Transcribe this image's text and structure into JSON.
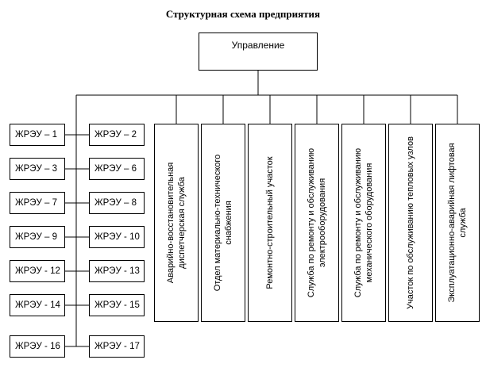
{
  "title": "Структурная схема предприятия",
  "top_box": "Управление",
  "zhreu_left": [
    "ЖРЭУ – 1",
    "ЖРЭУ – 3",
    "ЖРЭУ – 7",
    "ЖРЭУ – 9",
    "ЖРЭУ - 12",
    "ЖРЭУ - 14",
    "ЖРЭУ - 16"
  ],
  "zhreu_right": [
    "ЖРЭУ – 2",
    "ЖРЭУ – 6",
    "ЖРЭУ – 8",
    "ЖРЭУ - 10",
    "ЖРЭУ - 13",
    "ЖРЭУ - 15",
    "ЖРЭУ - 17"
  ],
  "departments": [
    "Аварийно-восстановительная диспетчерская служба",
    "Отдел материально-технического снабжения",
    "Ремонтно-строительный участок",
    "Служба по ремонту и обслуживанию электрооборудования",
    "Служба по ремонту и обслуживанию механического оборудования",
    "Участок по обслуживанию тепловых узлов",
    "Эксплуатационно-аварийная лифтовая служба"
  ]
}
